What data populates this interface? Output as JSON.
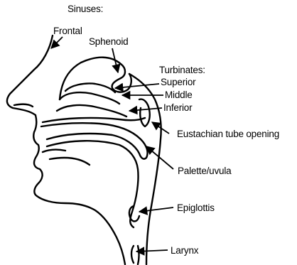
{
  "diagram": {
    "line_color": "#000000",
    "background": "#ffffff",
    "labels": {
      "sinuses_heading": "Sinuses:",
      "frontal": "Frontal",
      "sphenoid": "Sphenoid",
      "turbinates_heading": "Turbinates:",
      "superior": "Superior",
      "middle": "Middle",
      "inferior": "Inferior",
      "eustachian": "Eustachian tube opening",
      "palette": "Palette/uvula",
      "epiglottis": "Epiglottis",
      "larynx": "Larynx"
    }
  }
}
